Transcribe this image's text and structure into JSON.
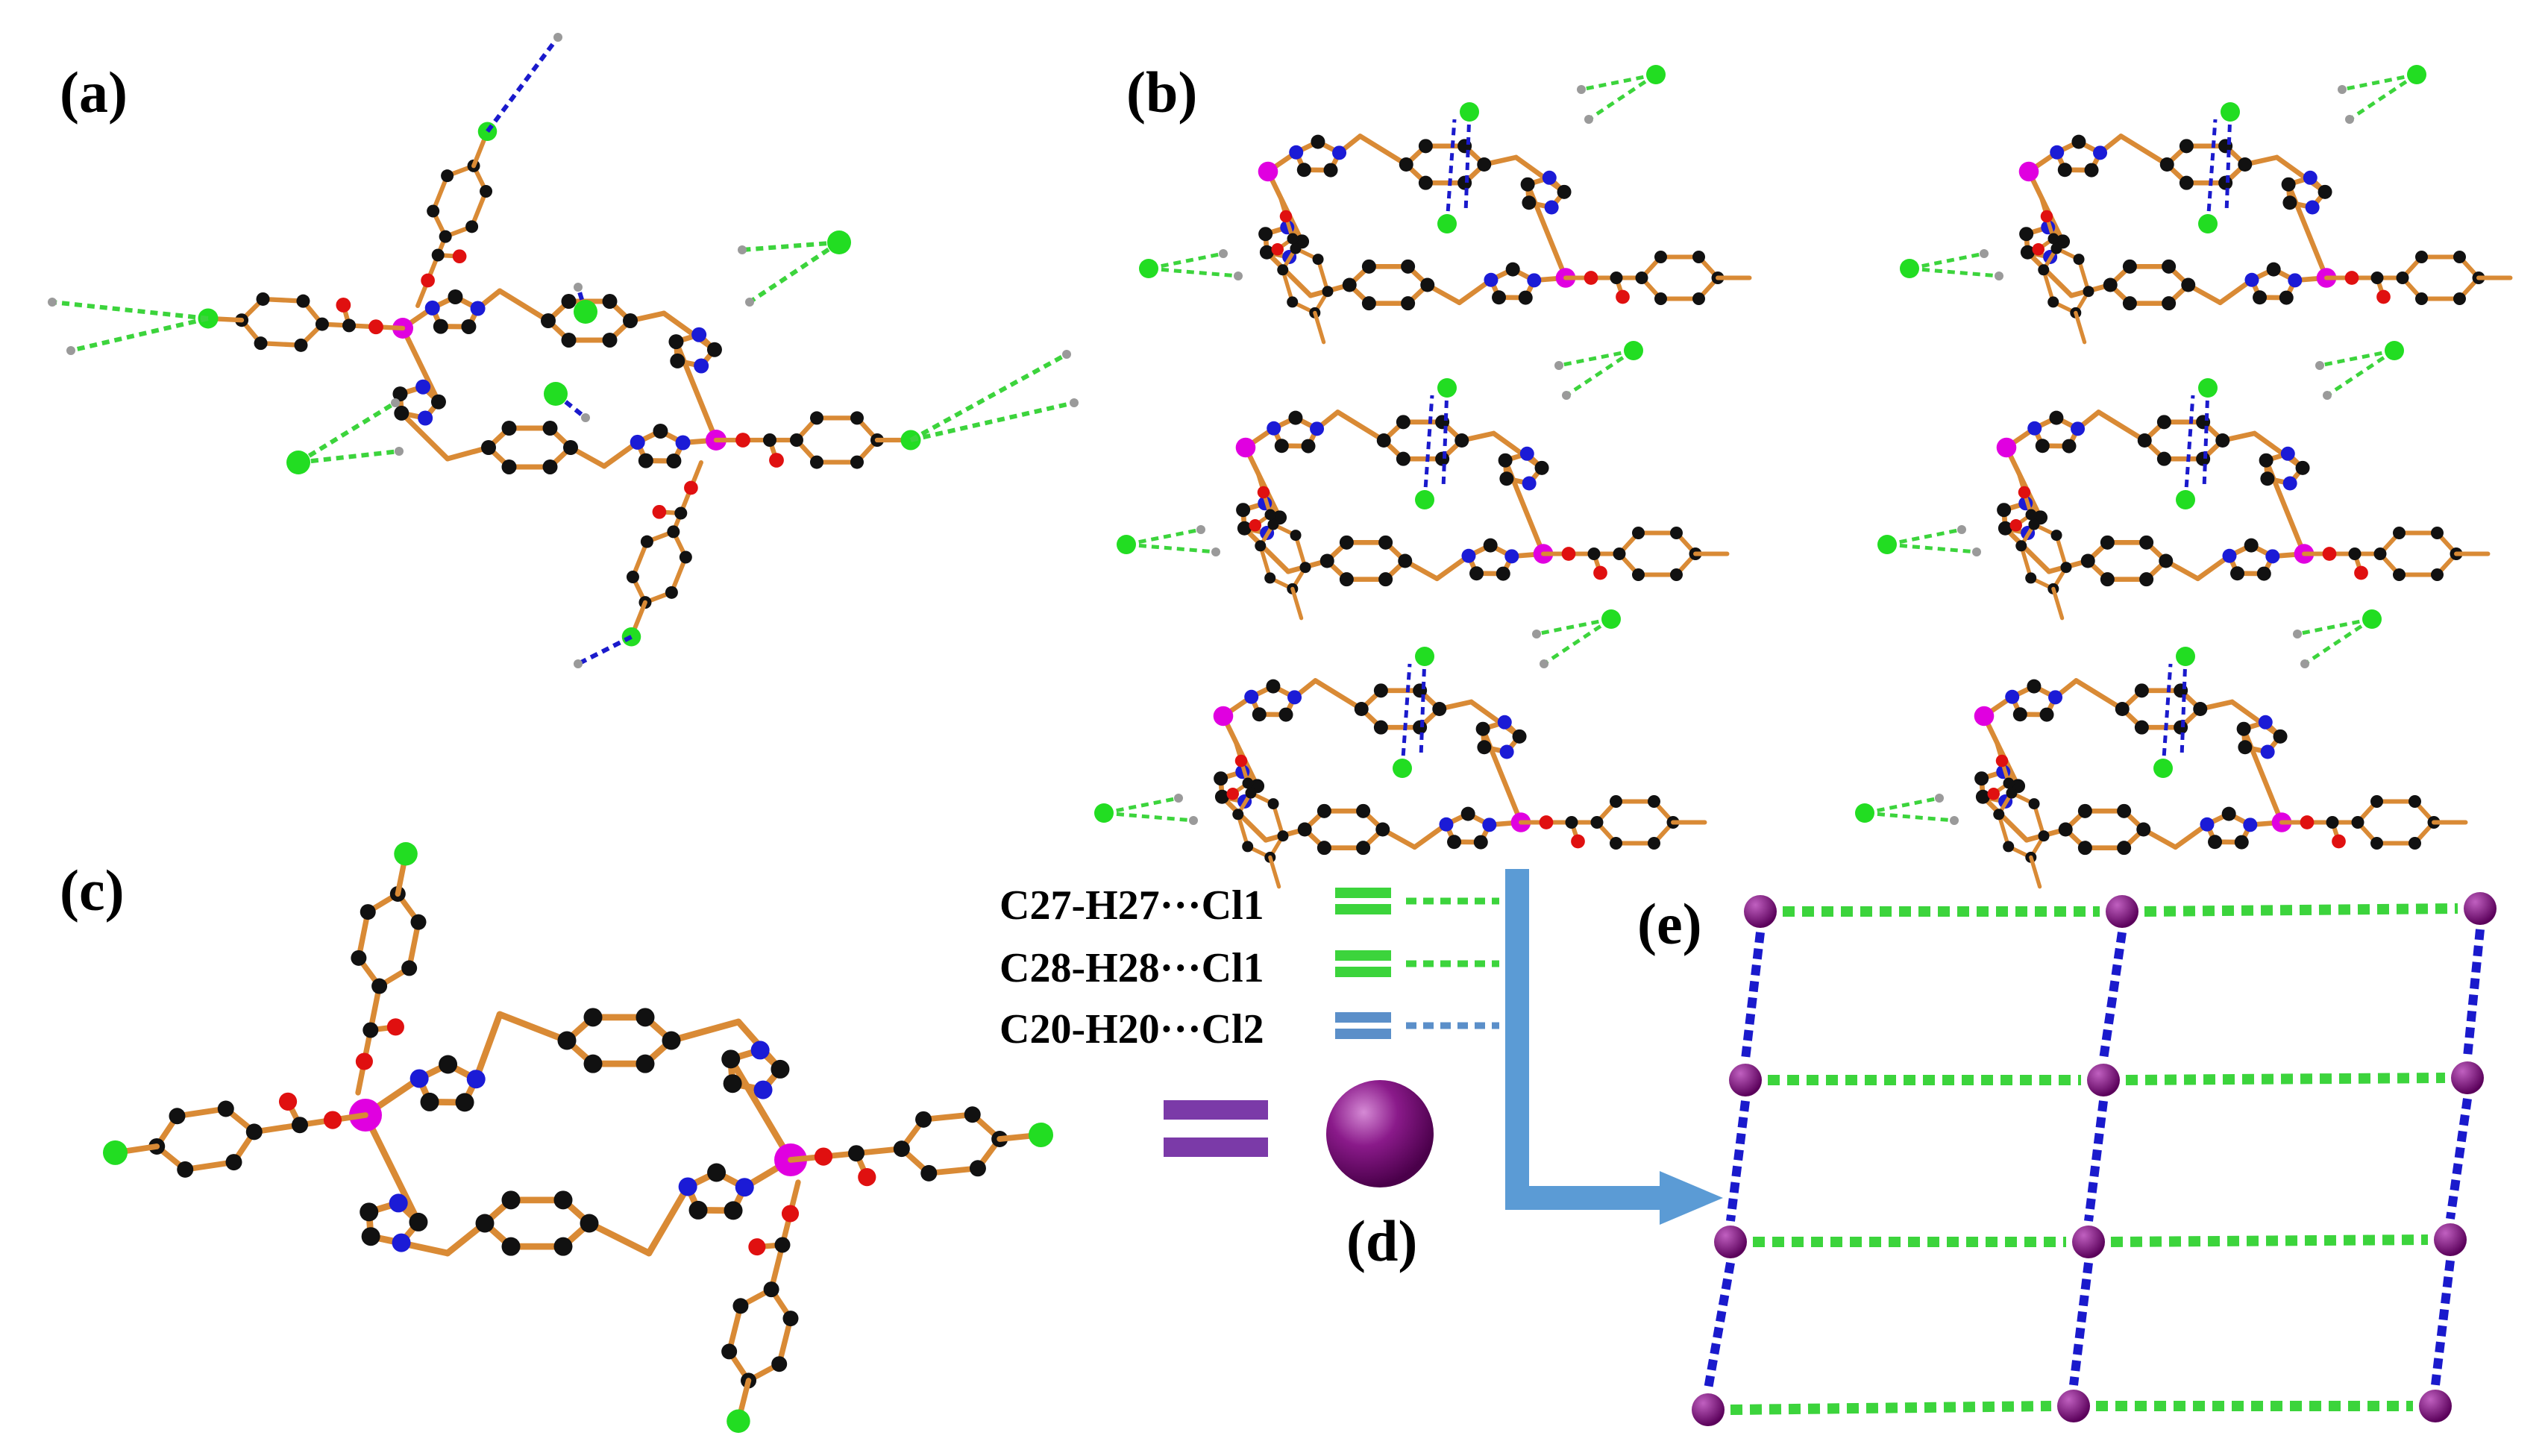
{
  "panels": {
    "a": {
      "label": "(a)"
    },
    "b": {
      "label": "(b)"
    },
    "c": {
      "label": "(c)"
    },
    "d": {
      "label": "(d)"
    },
    "e": {
      "label": "(e)"
    }
  },
  "legend": {
    "items": [
      {
        "label": "C27-H27···Cl1",
        "color": "#3cd43c"
      },
      {
        "label": "C28-H28···Cl1",
        "color": "#3cd43c"
      },
      {
        "label": "C20-H20···Cl2",
        "color": "#5b8fc9"
      }
    ]
  },
  "colors": {
    "bond": "#d98a35",
    "carbon": "#111111",
    "nitrogen": "#1b1bd6",
    "oxygen": "#e01010",
    "metal": "#e000e0",
    "chlorine": "#22dd22",
    "hydrogen": "#9a9a9a",
    "node": "#7a0a7a",
    "hbond_green": "#3cd43c",
    "hbond_blue": "#1a1acc",
    "arrow": "#5b9bd5",
    "equals": "#7b3aa8"
  }
}
